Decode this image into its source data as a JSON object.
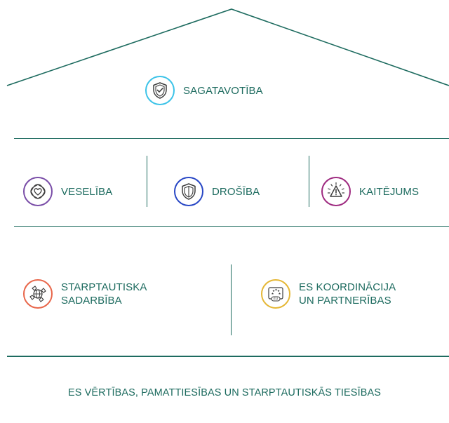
{
  "top": {
    "label": "SAGATAVOTĪBA",
    "icon": "shield-check-icon",
    "color": "#3cc3e8"
  },
  "middle": [
    {
      "label": "VESELĪBA",
      "icon": "heart-icon",
      "color": "#7a4ea8"
    },
    {
      "label": "DROŠĪBA",
      "icon": "shield-icon",
      "color": "#2847c5"
    },
    {
      "label": "KAITĒJUMS",
      "icon": "warning-icon",
      "color": "#9e2a80"
    }
  ],
  "bottom": [
    {
      "label_line1": "STARPTAUTISKA",
      "label_line2": "SADARBĪBA",
      "icon": "globe-hands-icon",
      "color": "#e8664a"
    },
    {
      "label_line1": "ES KOORDINĀCIJA",
      "label_line2": "UN PARTNERĪBAS",
      "icon": "eu-flag-icon",
      "color": "#e5b735",
      "icon_text": "EU"
    }
  ],
  "footer": "ES VĒRTĪBAS, PAMATTIESĪBAS UN STARPTAUTISKĀS TIESĪBAS",
  "colors": {
    "line": "#1d6b5f",
    "text": "#1d6b5f"
  }
}
